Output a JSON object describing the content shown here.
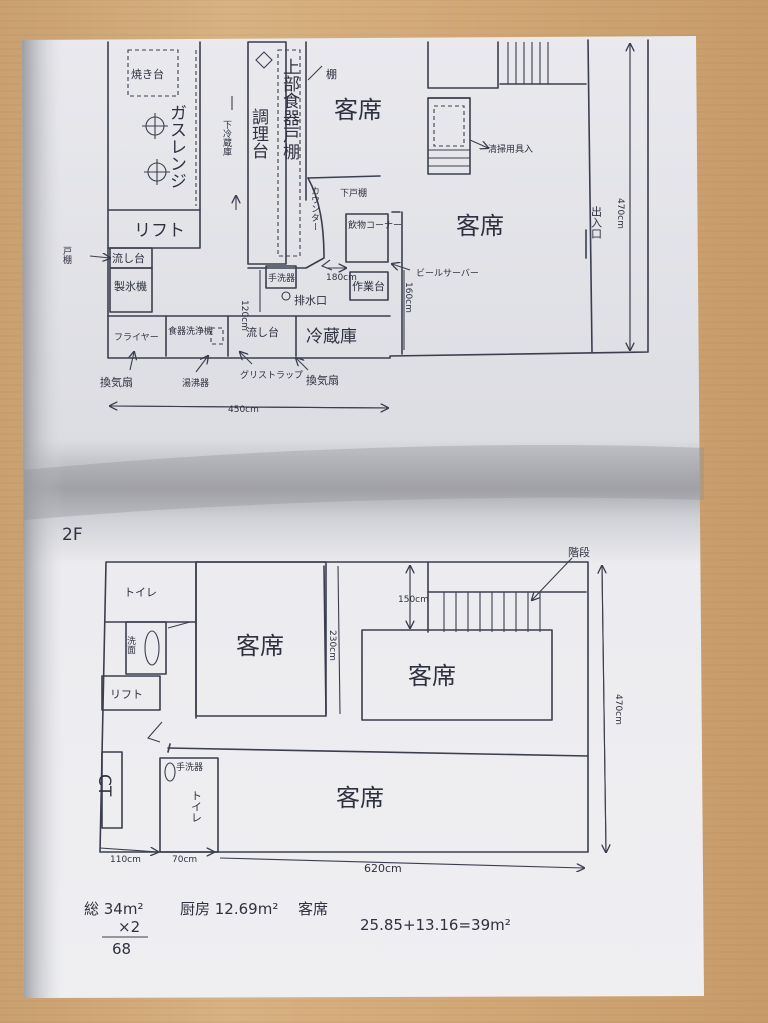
{
  "floor1": {
    "grill": "焼き台",
    "gas_range": "ガスレンジ",
    "lift": "リフト",
    "shelf_left": "戸棚",
    "sink": "流し台",
    "ice_machine": "製氷機",
    "fryer": "フライヤー",
    "dishwasher": "食器洗浄機",
    "sink2": "流し台",
    "fridge": "冷蔵庫",
    "vent1": "換気扇",
    "water_heater": "湯沸器",
    "grease_trap": "グリストラップ",
    "vent2": "換気扇",
    "cook_table": "調理台",
    "under_fridge": "下冷蔵庫",
    "upper_shelf": "上部食器戸棚",
    "shelf": "棚",
    "counter": "カウンター",
    "under_shelf": "下戸棚",
    "hand_wash": "手洗器",
    "drain": "排水口",
    "seats_top": "客席",
    "cleaning_storage": "清掃用具入",
    "seats_right": "客席",
    "exit": "出入口",
    "drink_corner": "飲物コーナー",
    "work_table": "作業台",
    "beer_server": "ビールサーバー",
    "dim_width": "450cm",
    "dim_depth": "470cm",
    "dim_120": "120cm",
    "dim_180": "180cm",
    "dim_160": "160cm"
  },
  "floor2": {
    "title": "2F",
    "toilet1": "トイレ",
    "toilet2": "トイレ",
    "sink": "洗面",
    "lift": "リフト",
    "ct": "CT",
    "hand_wash": "手洗器",
    "seats_a": "客席",
    "seats_b": "客席",
    "seats_c": "客席",
    "stairs": "階段",
    "dim_150": "150cm",
    "dim_230": "230cm",
    "dim_470": "470cm",
    "dim_110": "110cm",
    "dim_70": "70cm",
    "dim_620": "620cm"
  },
  "summary": {
    "total": "総 34m²",
    "times": "×2",
    "result": "68",
    "kitchen": "厨房 12.69m²",
    "seats_label": "客席",
    "seats_calc": "25.85+13.16=39m²"
  }
}
